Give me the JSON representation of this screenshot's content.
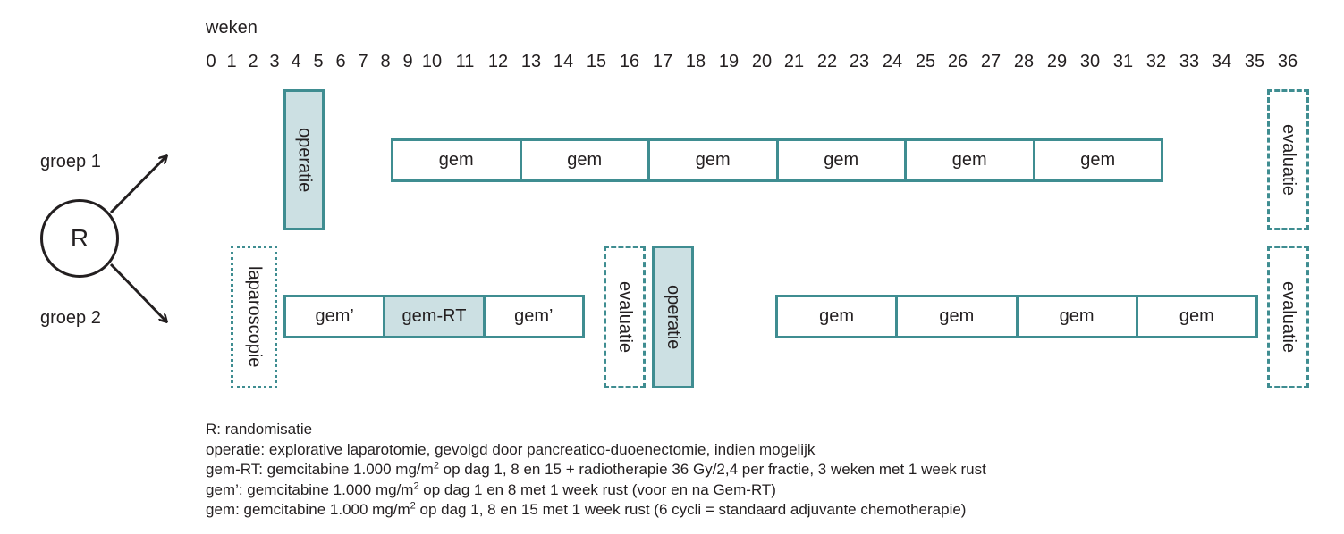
{
  "axis_title": "weken",
  "weeks": [
    "0",
    "1",
    "2",
    "3",
    "4",
    "5",
    "6",
    "7",
    "8",
    "9",
    "10",
    "11",
    "12",
    "13",
    "14",
    "15",
    "16",
    "17",
    "18",
    "19",
    "20",
    "21",
    "22",
    "23",
    "24",
    "25",
    "26",
    "27",
    "28",
    "29",
    "30",
    "31",
    "32",
    "33",
    "34",
    "35",
    "36"
  ],
  "randomisation_label": "R",
  "group1": {
    "label": "groep 1",
    "operation": "operatie",
    "gem_cycles": [
      "gem",
      "gem",
      "gem",
      "gem",
      "gem",
      "gem"
    ],
    "evaluation": "evaluatie"
  },
  "group2": {
    "label": "groep 2",
    "laparoscopy": "laparoscopie",
    "neoadjuvant": [
      "gem’",
      "gem-RT",
      "gem’"
    ],
    "evaluation_mid": "evaluatie",
    "operation": "operatie",
    "gem_cycles": [
      "gem",
      "gem",
      "gem",
      "gem"
    ],
    "evaluation_end": "evaluatie"
  },
  "legend": {
    "r": "R: randomisatie",
    "operatie": "operatie: explorative laparotomie, gevolgd door pancreatico-duoenectomie, indien mogelijk",
    "gemrt_a": "gem-RT: gemcitabine 1.000 mg/m",
    "gemrt_b": " op dag 1, 8 en 15 + radiotherapie 36 Gy/2,4 per fractie, 3 weken met 1 week rust",
    "gemprime_a": "gem’: gemcitabine 1.000 mg/m",
    "gemprime_b": " op dag 1 en 8 met 1 week rust (voor en na Gem-RT)",
    "gem_a": "gem: gemcitabine 1.000 mg/m",
    "gem_b": " op dag 1, 8 en 15 met 1 week rust (6 cycli = standaard adjuvante chemotherapie)",
    "superscript": "2"
  },
  "colors": {
    "teal": "#3f8d91",
    "fill": "#cce0e3",
    "text": "#231f20"
  }
}
